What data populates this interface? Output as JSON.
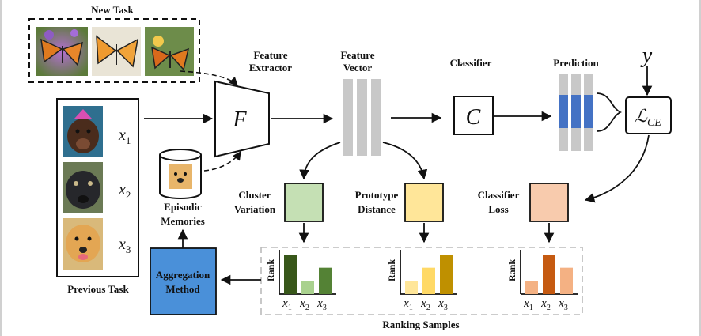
{
  "labels": {
    "new_task": "New Task",
    "feature_extractor_1": "Feature",
    "feature_extractor_2": "Extractor",
    "feature_vector_1": "Feature",
    "feature_vector_2": "Vector",
    "classifier": "Classifier",
    "prediction": "Prediction",
    "previous_task": "Previous Task",
    "episodic_1": "Episodic",
    "episodic_2": "Memories",
    "cluster_1": "Cluster",
    "cluster_2": "Variation",
    "prototype_1": "Prototype",
    "prototype_2": "Distance",
    "classloss_1": "Classifier",
    "classloss_2": "Loss",
    "aggregation_1": "Aggregation",
    "aggregation_2": "Method",
    "ranking_samples": "Ranking Samples",
    "rank_axis": "Rank"
  },
  "symbols": {
    "F": "F",
    "C": "C",
    "y": "y",
    "loss_main": "ℒ",
    "loss_sub": "CE",
    "x": "x",
    "sub1": "1",
    "sub2": "2",
    "sub3": "3"
  },
  "colors": {
    "cluster_box": "#c5e0b4",
    "prototype_box": "#ffe699",
    "loss_box": "#f8cbad",
    "aggregation_box": "#4a90d9",
    "prediction_highlight": "#4472c4",
    "feature_bar": "#c8c8c8",
    "cluster_bars": [
      "#38571a",
      "#a9d18e",
      "#548235"
    ],
    "prototype_bars": [
      "#ffe699",
      "#ffd966",
      "#bf9000"
    ],
    "loss_bars": [
      "#f4b183",
      "#c55a11",
      "#f4b183"
    ]
  },
  "chart_data": [
    {
      "type": "bar",
      "name": "cluster-variation-ranking",
      "categories": [
        "x1",
        "x2",
        "x3"
      ],
      "values": [
        3,
        1,
        2
      ],
      "ylabel": "Rank"
    },
    {
      "type": "bar",
      "name": "prototype-distance-ranking",
      "categories": [
        "x1",
        "x2",
        "x3"
      ],
      "values": [
        1,
        2,
        3
      ],
      "ylabel": "Rank"
    },
    {
      "type": "bar",
      "name": "classifier-loss-ranking",
      "categories": [
        "x1",
        "x2",
        "x3"
      ],
      "values": [
        1,
        3,
        2
      ],
      "ylabel": "Rank"
    }
  ]
}
